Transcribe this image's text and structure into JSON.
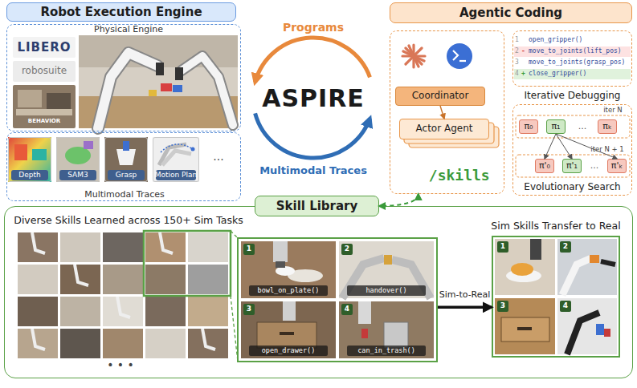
{
  "diagram": {
    "nodes": [
      {
        "text": [
          "Robot Execution Engine"
        ]
      },
      {
        "text": [
          "Physical Engine"
        ]
      },
      {
        "text": [
          "Multimodal Traces"
        ]
      },
      {
        "text": [
          "Depth"
        ],
        "in": 2
      },
      {
        "text": [
          "SAM3"
        ],
        "in": 2
      },
      {
        "text": [
          "Grasp"
        ],
        "in": 2
      },
      {
        "text": [
          "Motion Plan"
        ],
        "in": 2
      },
      {
        "text": [
          "Agentic Coding"
        ]
      },
      {
        "text": []
      },
      {
        "text": [
          "Coordinator"
        ],
        "in": 8
      },
      {
        "text": [
          "Actor Agent"
        ],
        "in": 8
      },
      {
        "text": [
          "1",
          "open_gripper()",
          "2",
          "-",
          "move_to_joints(lift_pos)",
          "3",
          "move_to_joints(grasp_pos)",
          "4",
          "+",
          "close_gripper()",
          "Iterative Debugging"
        ]
      },
      {
        "text": [
          "iter N",
          "iter N + 1",
          "Evolutionary Search"
        ]
      },
      {
        "text": [
          "π₀"
        ],
        "in": 12
      },
      {
        "text": [
          "π₁"
        ],
        "in": 12
      },
      {
        "text": [
          "πₖ"
        ],
        "in": 12
      },
      {
        "text": [
          "π'₀"
        ],
        "in": 12
      },
      {
        "text": [
          "π'₁"
        ],
        "in": 12
      },
      {
        "text": [
          "π'ₖ"
        ],
        "in": 12
      },
      {
        "text": [
          "Skill Library"
        ]
      },
      {
        "text": [
          "Diverse Skills Learned across 150+ Sim Tasks"
        ]
      },
      {
        "text": [],
        "in": 20
      },
      {
        "text": [
          "1",
          "bowl_on_plate()"
        ],
        "in": 21
      },
      {
        "text": [
          "2",
          "handover()"
        ],
        "in": 21
      },
      {
        "text": [
          "3",
          "open_drawer()"
        ],
        "in": 21
      },
      {
        "text": [
          "4",
          "can_in_trash()"
        ],
        "in": 21
      },
      {
        "text": [
          "Sim Skills Transfer to Real"
        ],
        "in": 20
      },
      {
        "text": [
          "1"
        ],
        "in": 26
      },
      {
        "text": [
          "2"
        ],
        "in": 26
      },
      {
        "text": [
          "3"
        ],
        "in": 26
      },
      {
        "text": [
          "4"
        ],
        "in": 26
      }
    ],
    "edges": [
      {
        "from": 9,
        "to": 10,
        "arrow": "to"
      },
      {
        "from": 14,
        "to": 16,
        "arrow": "to"
      },
      {
        "from": 14,
        "to": 17,
        "arrow": "to"
      },
      {
        "from": 14,
        "to": 18,
        "arrow": "to"
      },
      {
        "from": 8,
        "to": 19,
        "label": "/skills",
        "arrow": "both"
      },
      {
        "from": 21,
        "to": 26,
        "label": "Sim-to-Real",
        "arrow": "to"
      }
    ],
    "labels": [
      "LIBERO",
      "robosuite",
      "BEHAVIOR",
      "...",
      "Programs",
      "ASPIRE",
      "Multimodal Traces",
      "...",
      "...",
      "• • •"
    ]
  }
}
